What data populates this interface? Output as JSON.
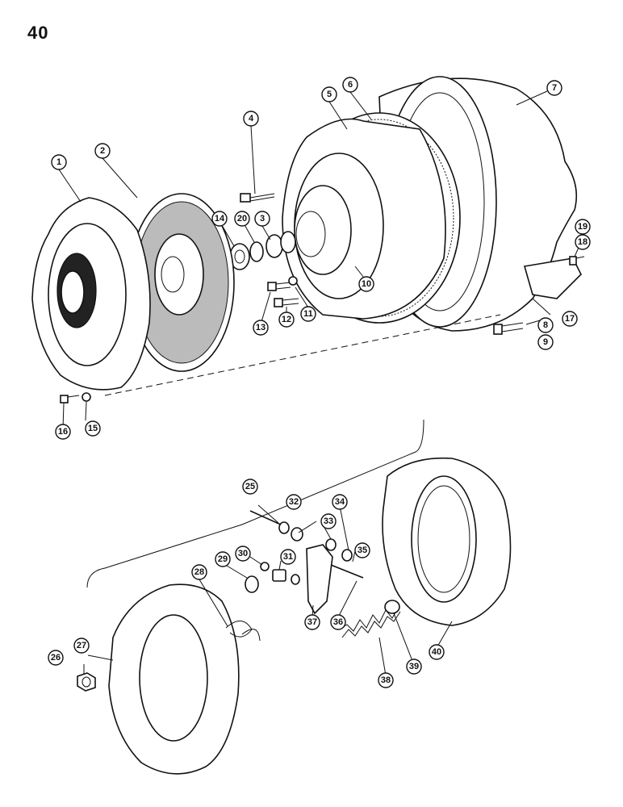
{
  "page": {
    "number": "40"
  },
  "callouts": [
    "1",
    "2",
    "3",
    "4",
    "5",
    "6",
    "7",
    "8",
    "9",
    "10",
    "11",
    "12",
    "13",
    "14",
    "15",
    "16",
    "17",
    "18",
    "19",
    "20",
    "25",
    "26",
    "27",
    "28",
    "29",
    "30",
    "31",
    "32",
    "33",
    "34",
    "35",
    "36",
    "37",
    "38",
    "39",
    "40"
  ]
}
